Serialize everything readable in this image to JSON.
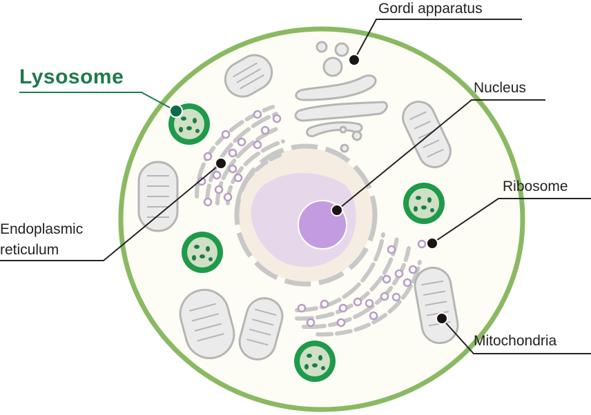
{
  "title": "Animal cell diagram",
  "labels": {
    "golgi": "Gordi apparatus",
    "nucleus": "Nucleus",
    "ribosome": "Ribosome",
    "mitochondria": "Mitochondria",
    "lysosome": "Lysosome",
    "er_line1": "Endoplasmic",
    "er_line2": "reticulum"
  },
  "colors": {
    "membrane": "#8ab962",
    "cytoplasm": "#fdfcf5",
    "lysosome": "#1d7a4a",
    "nucleolus": "#c39be0",
    "organelle_gray": "#bdbdbd"
  }
}
